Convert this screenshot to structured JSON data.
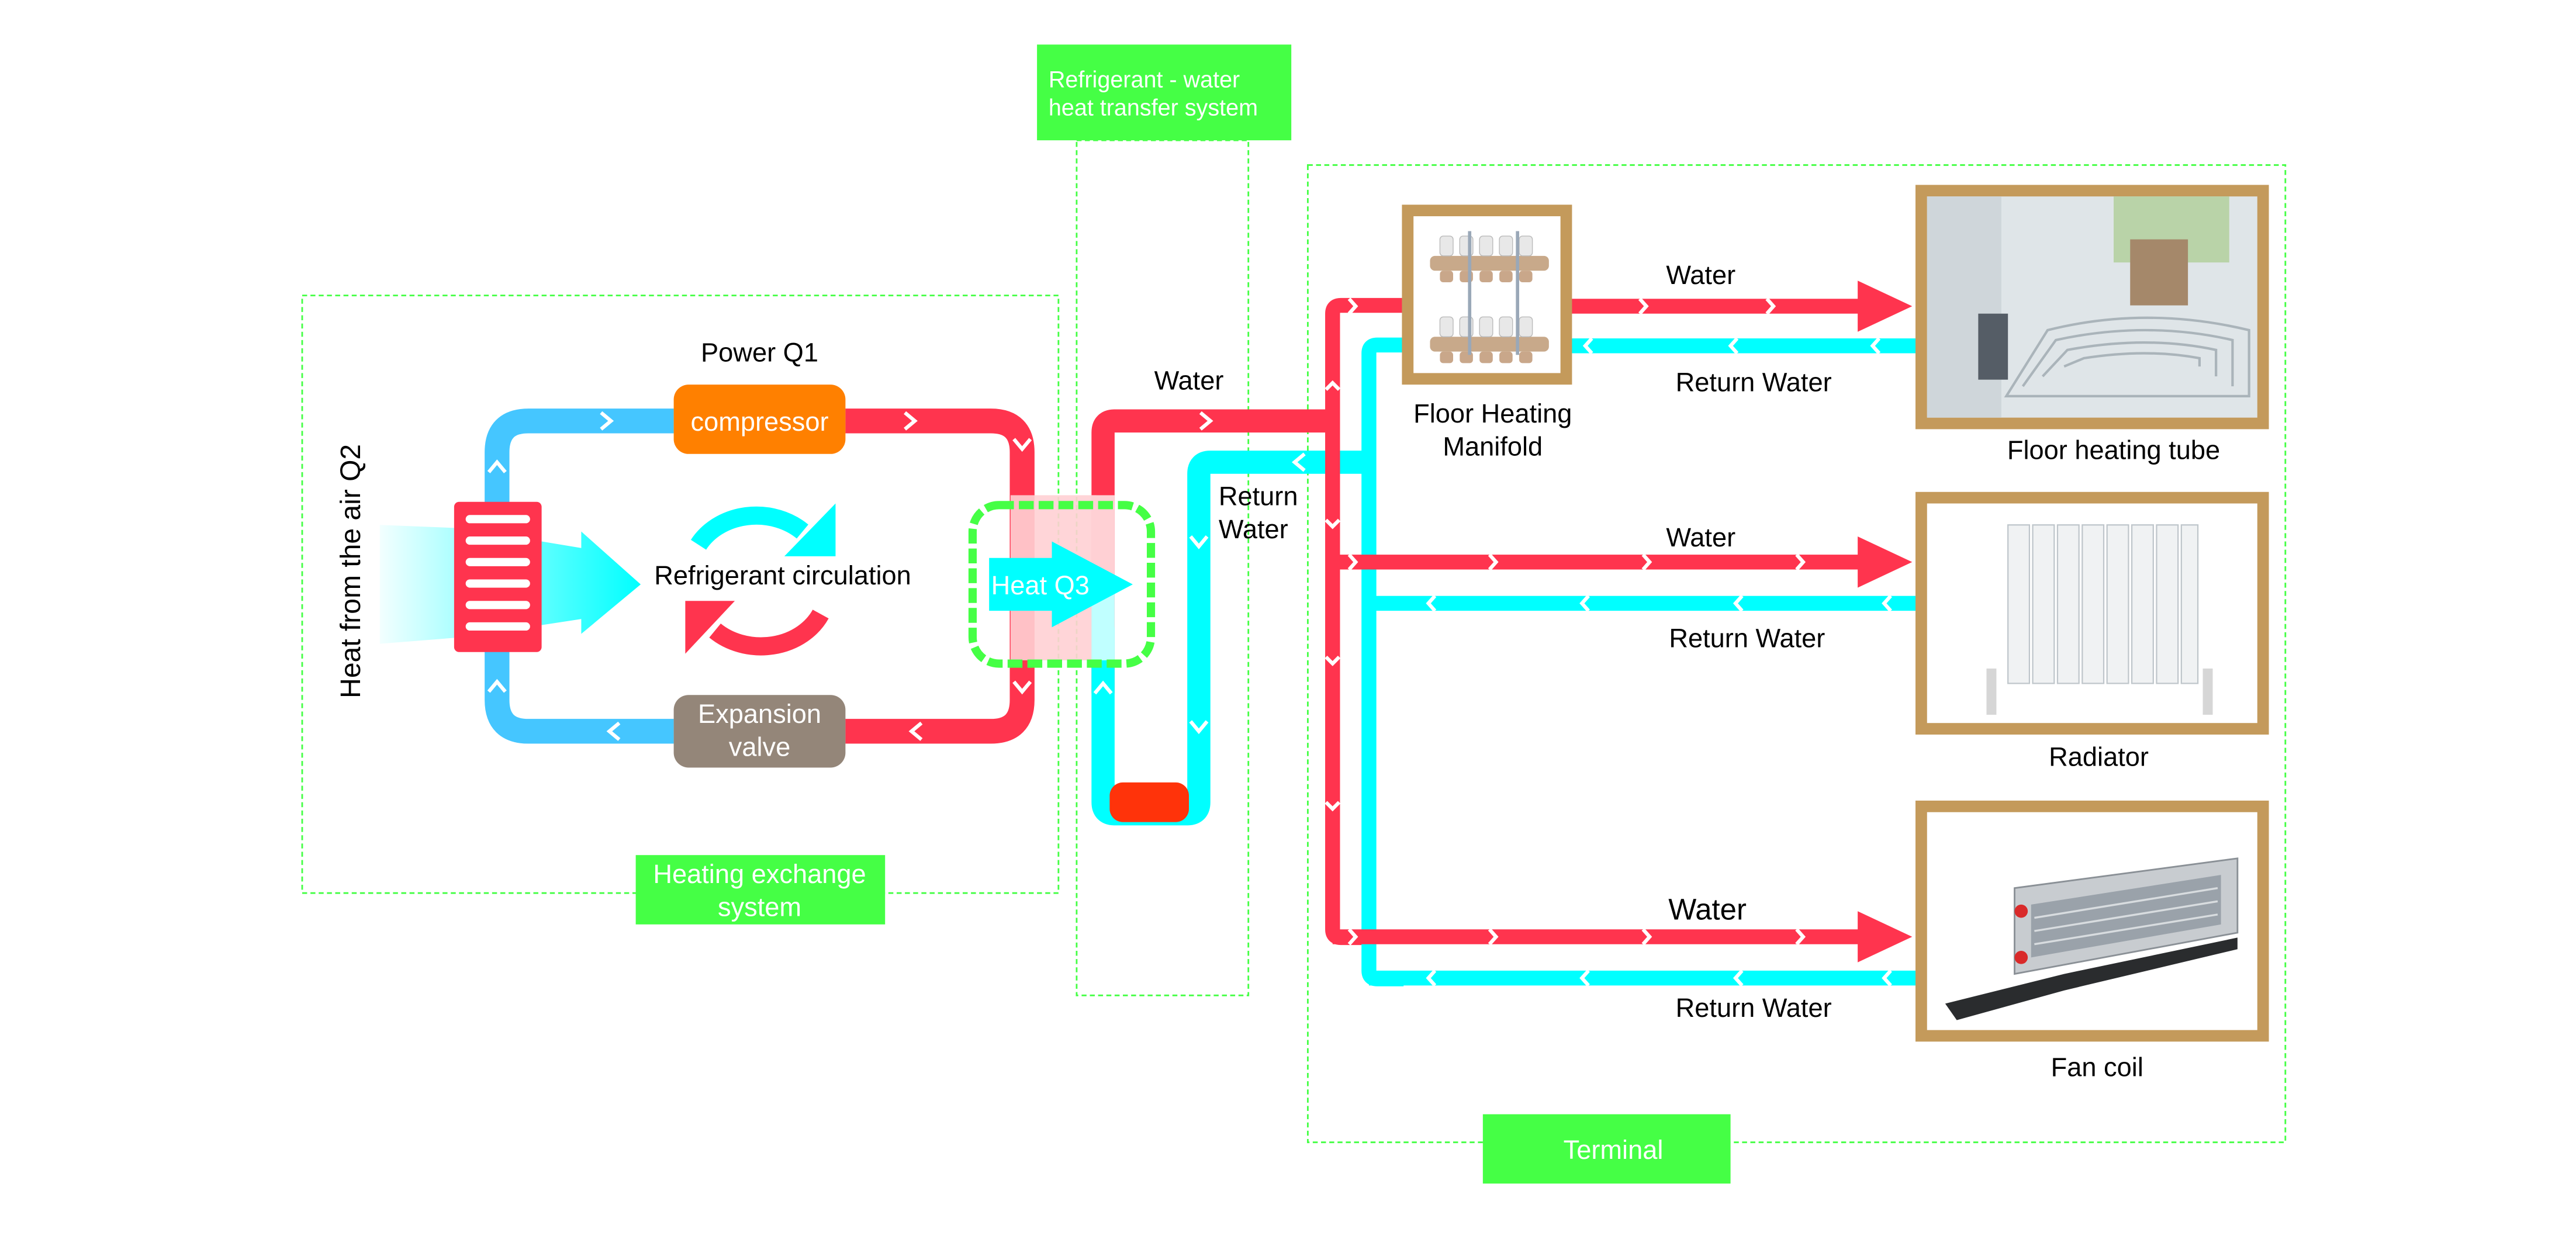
{
  "colors": {
    "hot": "#ff344e",
    "cold_refrigerant": "#45c6ff",
    "cold_water": "#00ffff",
    "compressor": "#ff8000",
    "expansion_valve": "#948679",
    "tank": "#ff330a",
    "system_label_bg": "#45ff45",
    "frame": "#c49a5b"
  },
  "systems": {
    "heating_exchange": "Heating exchange system",
    "heating_exchange_lines": [
      "Heating exchange",
      "system"
    ],
    "refrigerant_water": "Refrigerant - water heat transfer system",
    "refrigerant_water_lines": [
      "Refrigerant - water",
      "heat transfer system"
    ],
    "terminal": "Terminal"
  },
  "refrigerant_loop": {
    "power_label": "Power Q1",
    "compressor_label": "compressor",
    "expansion_valve_lines": [
      "Expansion",
      "valve"
    ],
    "circulation_label": "Refrigerant circulation",
    "air_heat_label": "Heat from the air Q2",
    "heat_transfer_label": "Heat Q3"
  },
  "water_loop": {
    "supply_label": "Water",
    "return_lines": [
      "Return",
      "Water"
    ]
  },
  "terminals": [
    {
      "name": "Floor heating tube",
      "supply_label": "Water",
      "return_label": "Return Water",
      "manifold_lines": [
        "Floor Heating",
        "Manifold"
      ]
    },
    {
      "name": "Radiator",
      "supply_label": "Water",
      "return_label": "Return Water"
    },
    {
      "name": "Fan coil",
      "supply_label": "Water",
      "return_label": "Return Water"
    }
  ]
}
